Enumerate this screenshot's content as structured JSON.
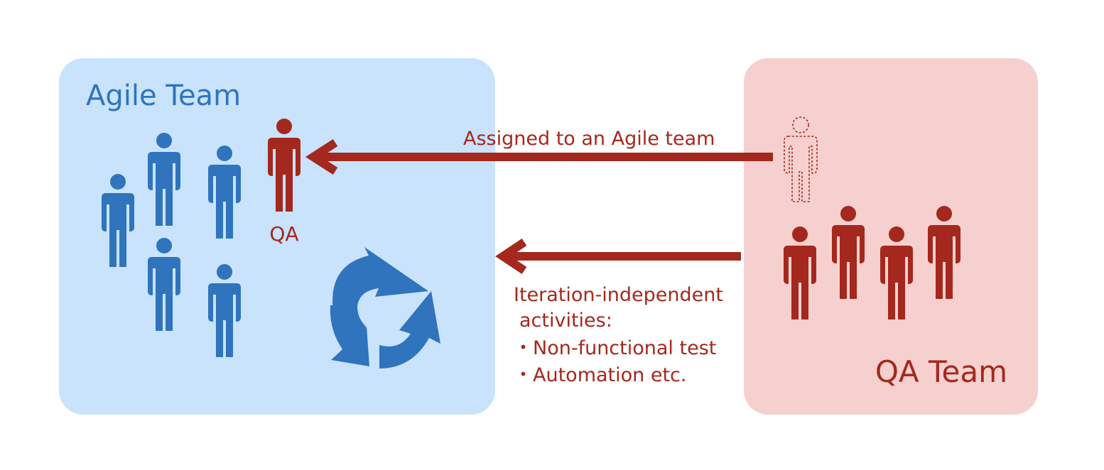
{
  "colors": {
    "agile_panel_fill": "#c8e3fb",
    "qa_panel_fill": "#f5d0ce",
    "agile_blue": "#2f74bd",
    "qa_red": "#a4281d",
    "background": "#ffffff"
  },
  "agile_team": {
    "title": "Agile Team",
    "qa_member_label": "QA",
    "icons": [
      "person-icon",
      "cycle-arrows-icon"
    ]
  },
  "qa_team": {
    "title": "QA Team",
    "icons": [
      "person-icon",
      "dashed-person-icon"
    ]
  },
  "flows": {
    "assignment": {
      "label": "Assigned to an Agile team"
    },
    "activities": {
      "label_line1": "Iteration-independent",
      "label_line2": "activities:",
      "bullets": [
        "・Non-functional test",
        "・Automation etc."
      ]
    }
  }
}
